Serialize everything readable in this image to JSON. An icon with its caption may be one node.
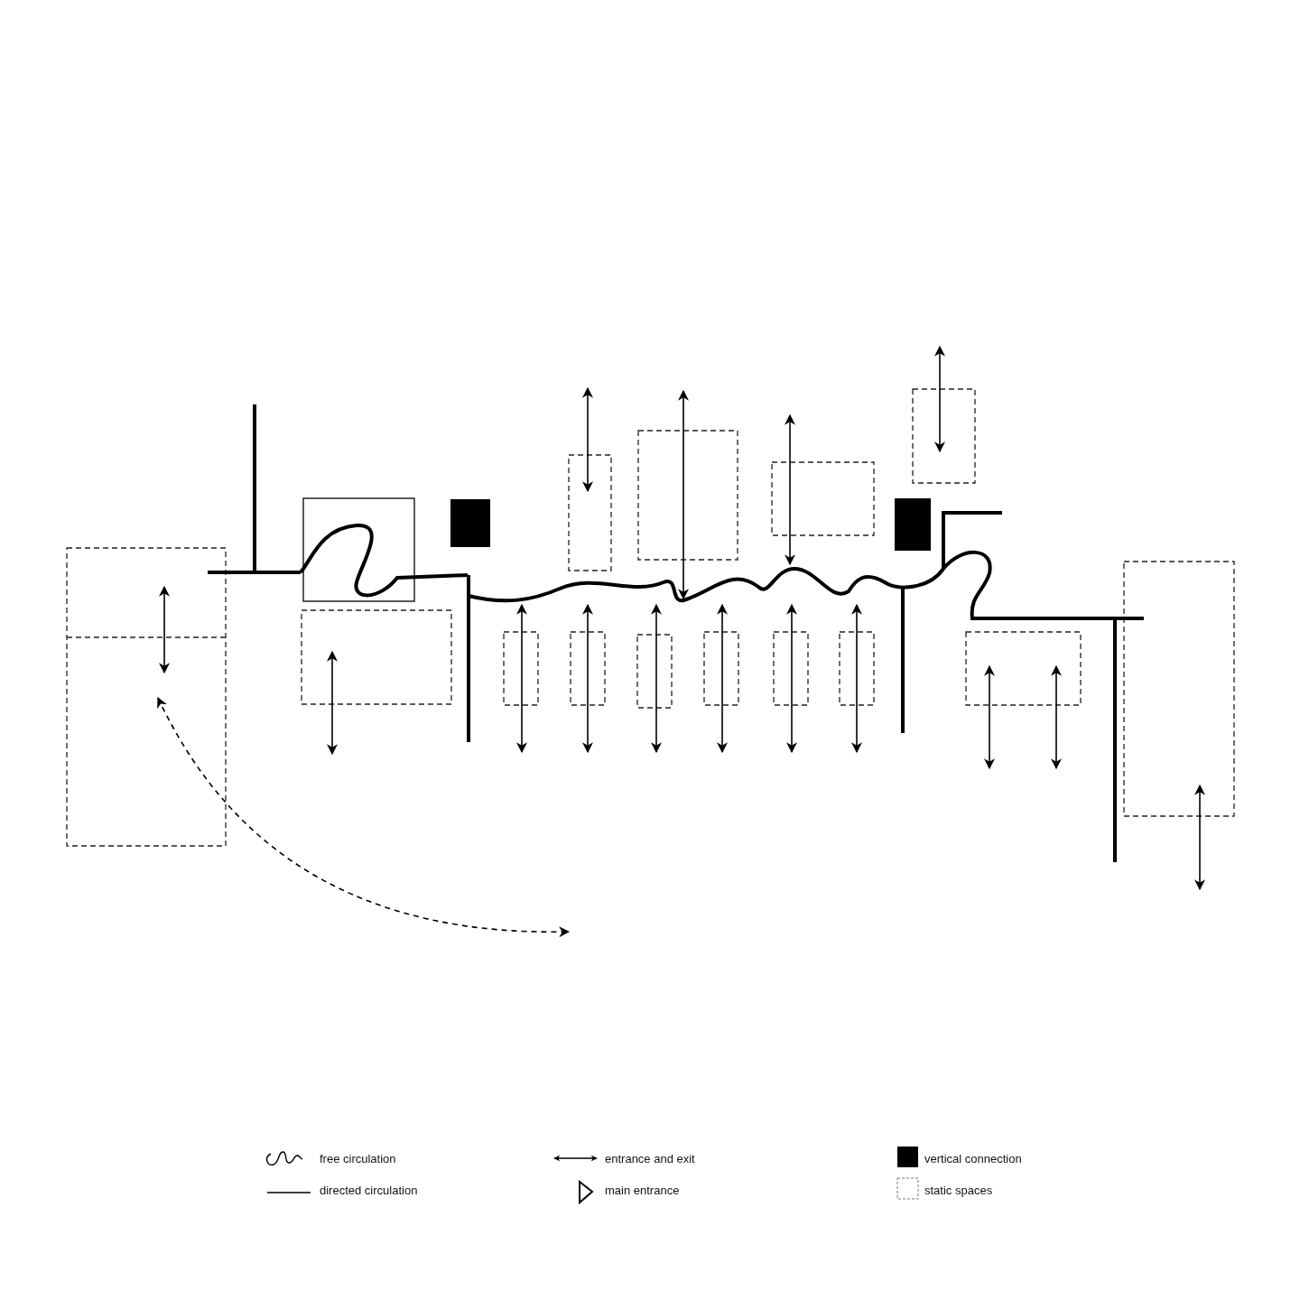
{
  "diagram": {
    "legend": [
      {
        "text": "free circulation"
      },
      {
        "text": "entrance and exit"
      },
      {
        "text": "vertical connection"
      },
      {
        "text": "directed circulation"
      },
      {
        "text": "main entrance"
      },
      {
        "text": "static spaces"
      }
    ]
  }
}
